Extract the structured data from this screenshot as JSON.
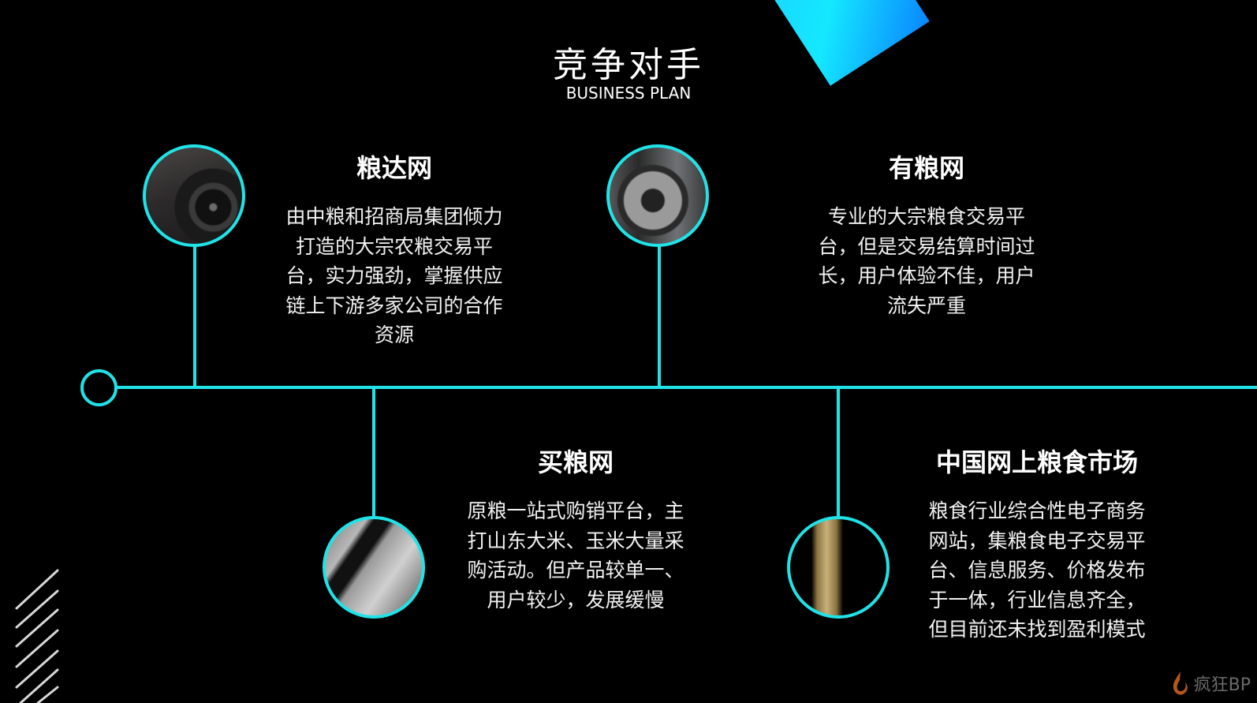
{
  "header": {
    "title": "竞争对手",
    "subtitle": "BUSINESS PLAN"
  },
  "colors": {
    "accent": "#20e3e8",
    "background": "#000000",
    "deco_square": "#14e8ff"
  },
  "competitors": [
    {
      "name": "粮达网",
      "description_lines": [
        "由中粮和招商局集团倾力",
        "打造的大宗农粮交易平",
        "台，实力强劲，掌握供应",
        "链上下游多家公司的合作",
        "资源"
      ],
      "image": "car-wheel-photo"
    },
    {
      "name": "有粮网",
      "description_lines": [
        "专业的大宗粮食交易平",
        "台，但是交易结算时间过",
        "长，用户体验不佳，用户",
        "流失严重"
      ],
      "image": "brake-disc-photo"
    },
    {
      "name": "买粮网",
      "description_lines": [
        "原粮一站式购销平台，主",
        "打山东大米、玉米大量采",
        "购活动。但产品较单一、",
        "用户较少，发展缓慢"
      ],
      "image": "car-body-photo"
    },
    {
      "name": "中国网上粮食市场",
      "description_lines": [
        "粮食行业综合性电子商务",
        "网站，集粮食电子交易平",
        "台、信息服务、价格发布",
        "于一体，行业信息齐全，",
        "但目前还未找到盈利模式"
      ],
      "image": "shock-absorber-photo"
    }
  ],
  "watermark": {
    "text": "疯狂BP",
    "icon": "flame-drop-icon"
  }
}
